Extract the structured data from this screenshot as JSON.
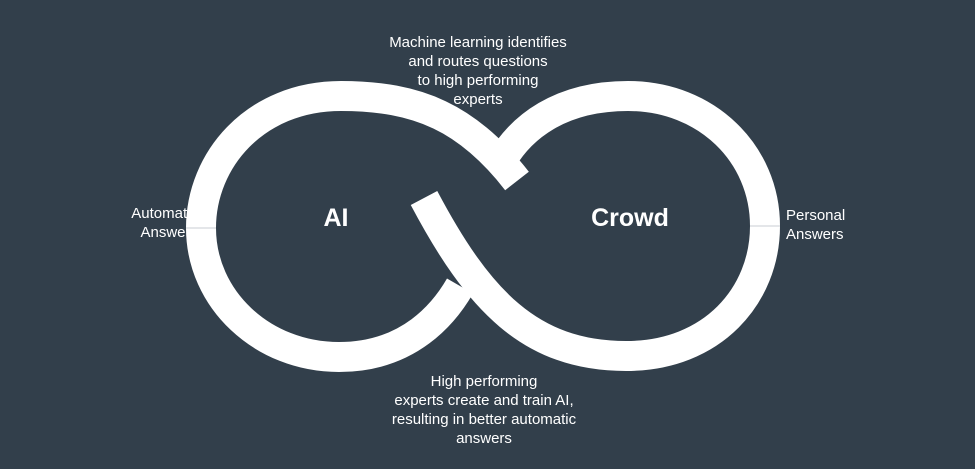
{
  "diagram": {
    "colors": {
      "background": "#323f4b",
      "loop": "#ffffff",
      "text": "#ffffff"
    },
    "nodes": {
      "left": "AI",
      "right": "Crowd"
    },
    "top_caption": [
      "Machine learning identifies",
      "and routes questions",
      "to high performing",
      "experts"
    ],
    "bottom_caption": [
      "High performing",
      "experts create and train AI,",
      "resulting in better automatic",
      "answers"
    ],
    "left_side": [
      "Automatic",
      "Answers"
    ],
    "right_side": [
      "Personal",
      "Answers"
    ]
  }
}
